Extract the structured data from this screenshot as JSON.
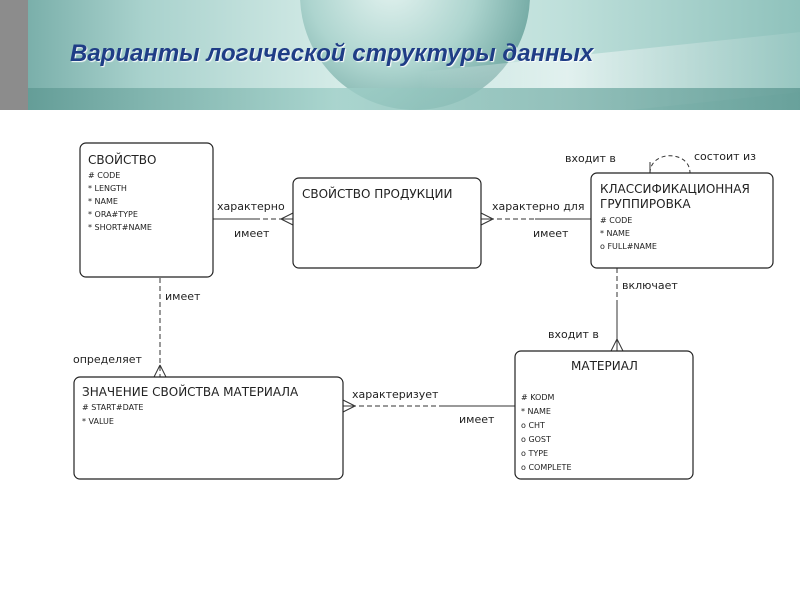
{
  "slide": {
    "title": "Варианты логической структуры данных"
  },
  "entities": {
    "svoystvo": {
      "title": "СВОЙСТВО",
      "attributes": [
        "# CODE",
        "* LENGTH",
        "* NAME",
        "* ORA#TYPE",
        "* SHORT#NAME"
      ]
    },
    "svoystvo_produktsii": {
      "title": "СВОЙСТВО ПРОДУКЦИИ",
      "attributes": []
    },
    "klass_gruppirovka": {
      "title_line1": "КЛАССИФИКАЦИОННАЯ",
      "title_line2": "ГРУППИРОВКА",
      "attributes": [
        "# CODE",
        "* NAME",
        "o FULL#NAME"
      ]
    },
    "znachenie": {
      "title": "ЗНАЧЕНИЕ СВОЙСТВА МАТЕРИАЛА",
      "attributes": [
        "# START#DATE",
        "* VALUE"
      ]
    },
    "material": {
      "title": "МАТЕРИАЛ",
      "attributes": [
        "# KODM",
        "* NAME",
        "o CHT",
        "o GOST",
        "o TYPE",
        "o COMPLETE"
      ]
    }
  },
  "relations": {
    "harakterno_1": "характерно",
    "imeet_1": "имеет",
    "harakterno_dlya": "характерно для",
    "imeet_2": "имеет",
    "vhodit_v_top": "входит в",
    "sostoit_iz": "состоит из",
    "vklyuchaet": "включает",
    "vhodit_v_mat": "входит в",
    "imeet_vert": "имеет",
    "opredelyaet": "определяет",
    "harakterizuet": "характеризует",
    "imeet_3": "имеет"
  }
}
